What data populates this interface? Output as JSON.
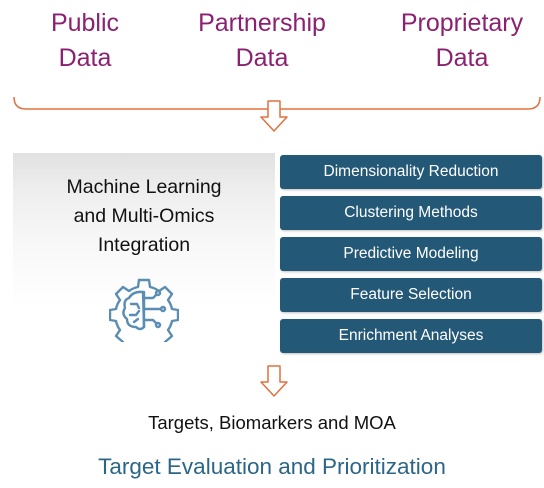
{
  "sources": [
    {
      "line1": "Public",
      "line2": "Data"
    },
    {
      "line1": "Partnership",
      "line2": "Data"
    },
    {
      "line1": "Proprietary",
      "line2": "Data"
    }
  ],
  "integration": {
    "lines": [
      "Machine Learning",
      "and Multi-Omics",
      "Integration"
    ],
    "icon": "brain-gear-icon"
  },
  "methods": [
    "Dimensionality Reduction",
    "Clustering Methods",
    "Predictive Modeling",
    "Feature Selection",
    "Enrichment Analyses"
  ],
  "outcome": "Targets, Biomarkers and MOA",
  "final_step": "Target Evaluation and Prioritization",
  "colors": {
    "source_text": "#8b2170",
    "bracket_and_arrows": "#e0703e",
    "method_box": "#245877",
    "final_text": "#2c6687",
    "icon": "#5b8db3"
  }
}
